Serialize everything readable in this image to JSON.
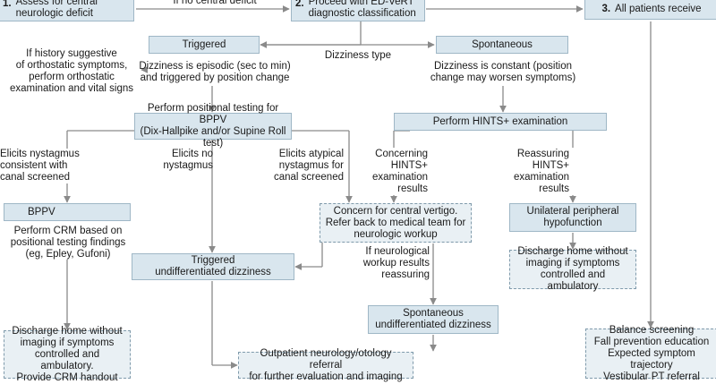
{
  "steps": {
    "s1": {
      "num": "1.",
      "text": "Assess for central\nneurologic deficit"
    },
    "s2": {
      "num": "2.",
      "text": "Proceed with ED-VeRT\ndiagnostic classification"
    },
    "s3": {
      "num": "3.",
      "text": "All patients receive"
    }
  },
  "edges": {
    "no_central": "If no central deficit",
    "dizziness_type": "Dizziness type",
    "orthostatic": "If history suggestive\nof orthostatic symptoms,\nperform orthostatic\nexamination and vital signs",
    "neuro_workup": "If neurological\nworkup results\nreassuring"
  },
  "triggered": {
    "label": "Triggered",
    "desc": "Dizziness is episodic (sec to min)\nand triggered by position change",
    "testing": "Perform positional testing for BPPV\n(Dix-Hallpike and/or Supine Roll test)",
    "branch_a": "Elicits nystagmus\nconsistent with\ncanal screened",
    "branch_b": "Elicits no\nnystagmus",
    "branch_c": "Elicits atypical\nnystagmus for\ncanal screened",
    "bppv": "BPPV",
    "crm": "Perform CRM based on\npositional testing findings\n(eg, Epley, Gufoni)",
    "discharge": "Discharge home without\nimaging if symptoms\ncontrolled and ambulatory.\nProvide CRM handout",
    "undiff": "Triggered\nundifferentiated dizziness"
  },
  "spontaneous": {
    "label": "Spontaneous",
    "desc": "Dizziness is constant (position\nchange may worsen symptoms)",
    "hints": "Perform HINTS+ examination",
    "concerning": "Concerning\nHINTS+\nexamination\nresults",
    "reassuring": "Reassuring\nHINTS+\nexamination\nresults",
    "uph": "Unilateral peripheral\nhypofunction",
    "discharge": "Discharge home without\nimaging if symptoms\ncontrolled and ambulatory",
    "undiff": "Spontaneous\nundifferentiated dizziness"
  },
  "central": "Concern for central vertigo.\nRefer back to medical team for\nneurologic workup",
  "referral": "Outpatient neurology/otology referral\nfor further evaluation and imaging",
  "all_patients": "Balance screening\nFall prevention education\nExpected symptom trajectory\nVestibular PT referral"
}
